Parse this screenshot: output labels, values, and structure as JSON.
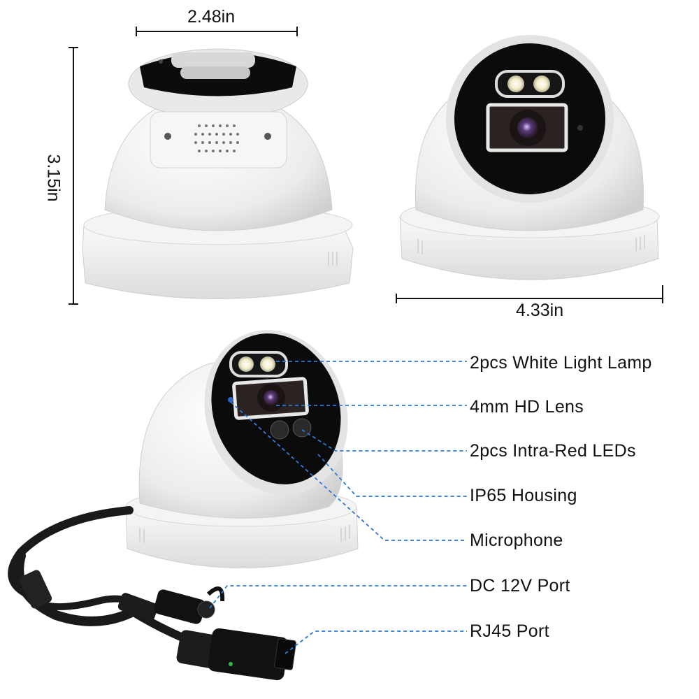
{
  "dimensions": {
    "width_label": "2.48in",
    "height_label": "3.15in",
    "base_label": "4.33in"
  },
  "callouts": [
    "2pcs White Light Lamp",
    "4mm HD Lens",
    "2pcs Intra-Red LEDs",
    "IP65 Housing",
    "Microphone",
    "DC 12V Port",
    "RJ45 Port"
  ],
  "colors": {
    "leader_line": "#2b7bd6",
    "dimension_line": "#111111",
    "camera_body": "#f2f2f2",
    "camera_face": "#0b0b0b",
    "cable": "#1a1a1a"
  }
}
